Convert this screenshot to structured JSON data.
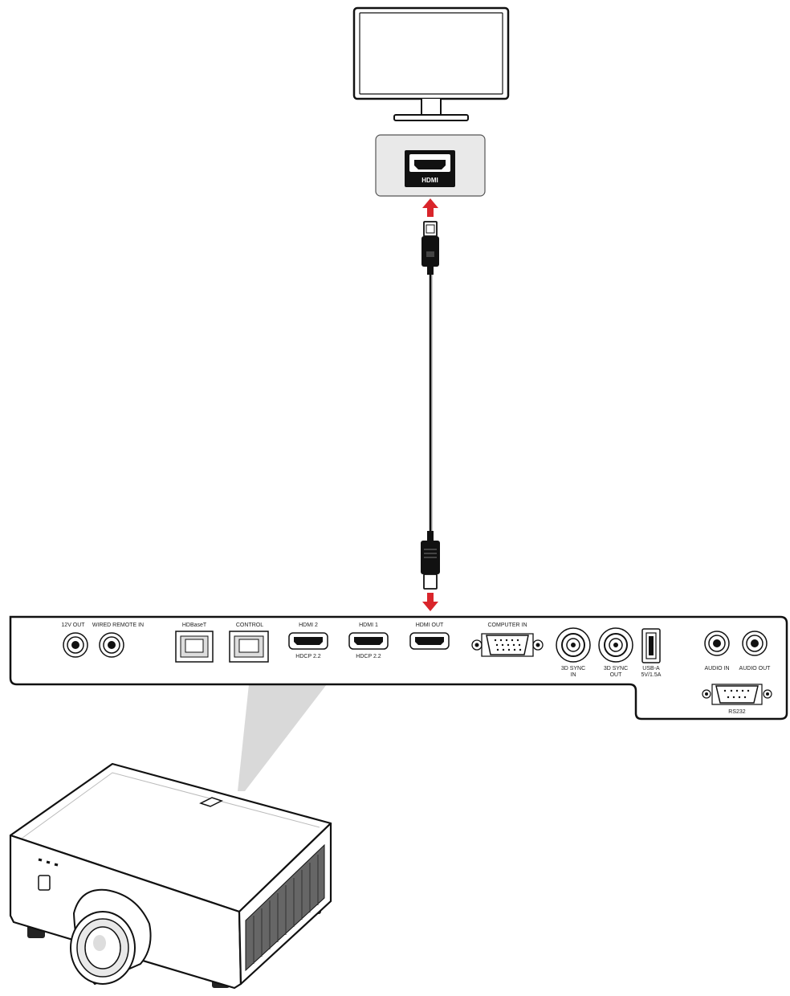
{
  "monitor_port": {
    "label": "HDMI"
  },
  "panel": {
    "port_labels": {
      "out_12v": "12V OUT",
      "wired_remote_in": "WIRED REMOTE IN",
      "hdbaset": "HDBaseT",
      "control": "CONTROL",
      "hdmi2": "HDMI 2",
      "hdmi2_sub": "HDCP 2.2",
      "hdmi1": "HDMI 1",
      "hdmi1_sub": "HDCP 2.2",
      "hdmi_out": "HDMI OUT",
      "computer_in": "COMPUTER IN",
      "sync_in_1": "3D SYNC",
      "sync_in_2": "IN",
      "sync_out_1": "3D SYNC",
      "sync_out_2": "OUT",
      "usb_1": "USB-A",
      "usb_2": "5V/1.5A",
      "audio_in": "AUDIO IN",
      "audio_out": "AUDIO OUT",
      "rs232": "RS232"
    }
  },
  "colors": {
    "arrow": "#d9252b",
    "line": "#111111",
    "port_box": "#e9e9e9",
    "callout": "#d9d9d9"
  }
}
